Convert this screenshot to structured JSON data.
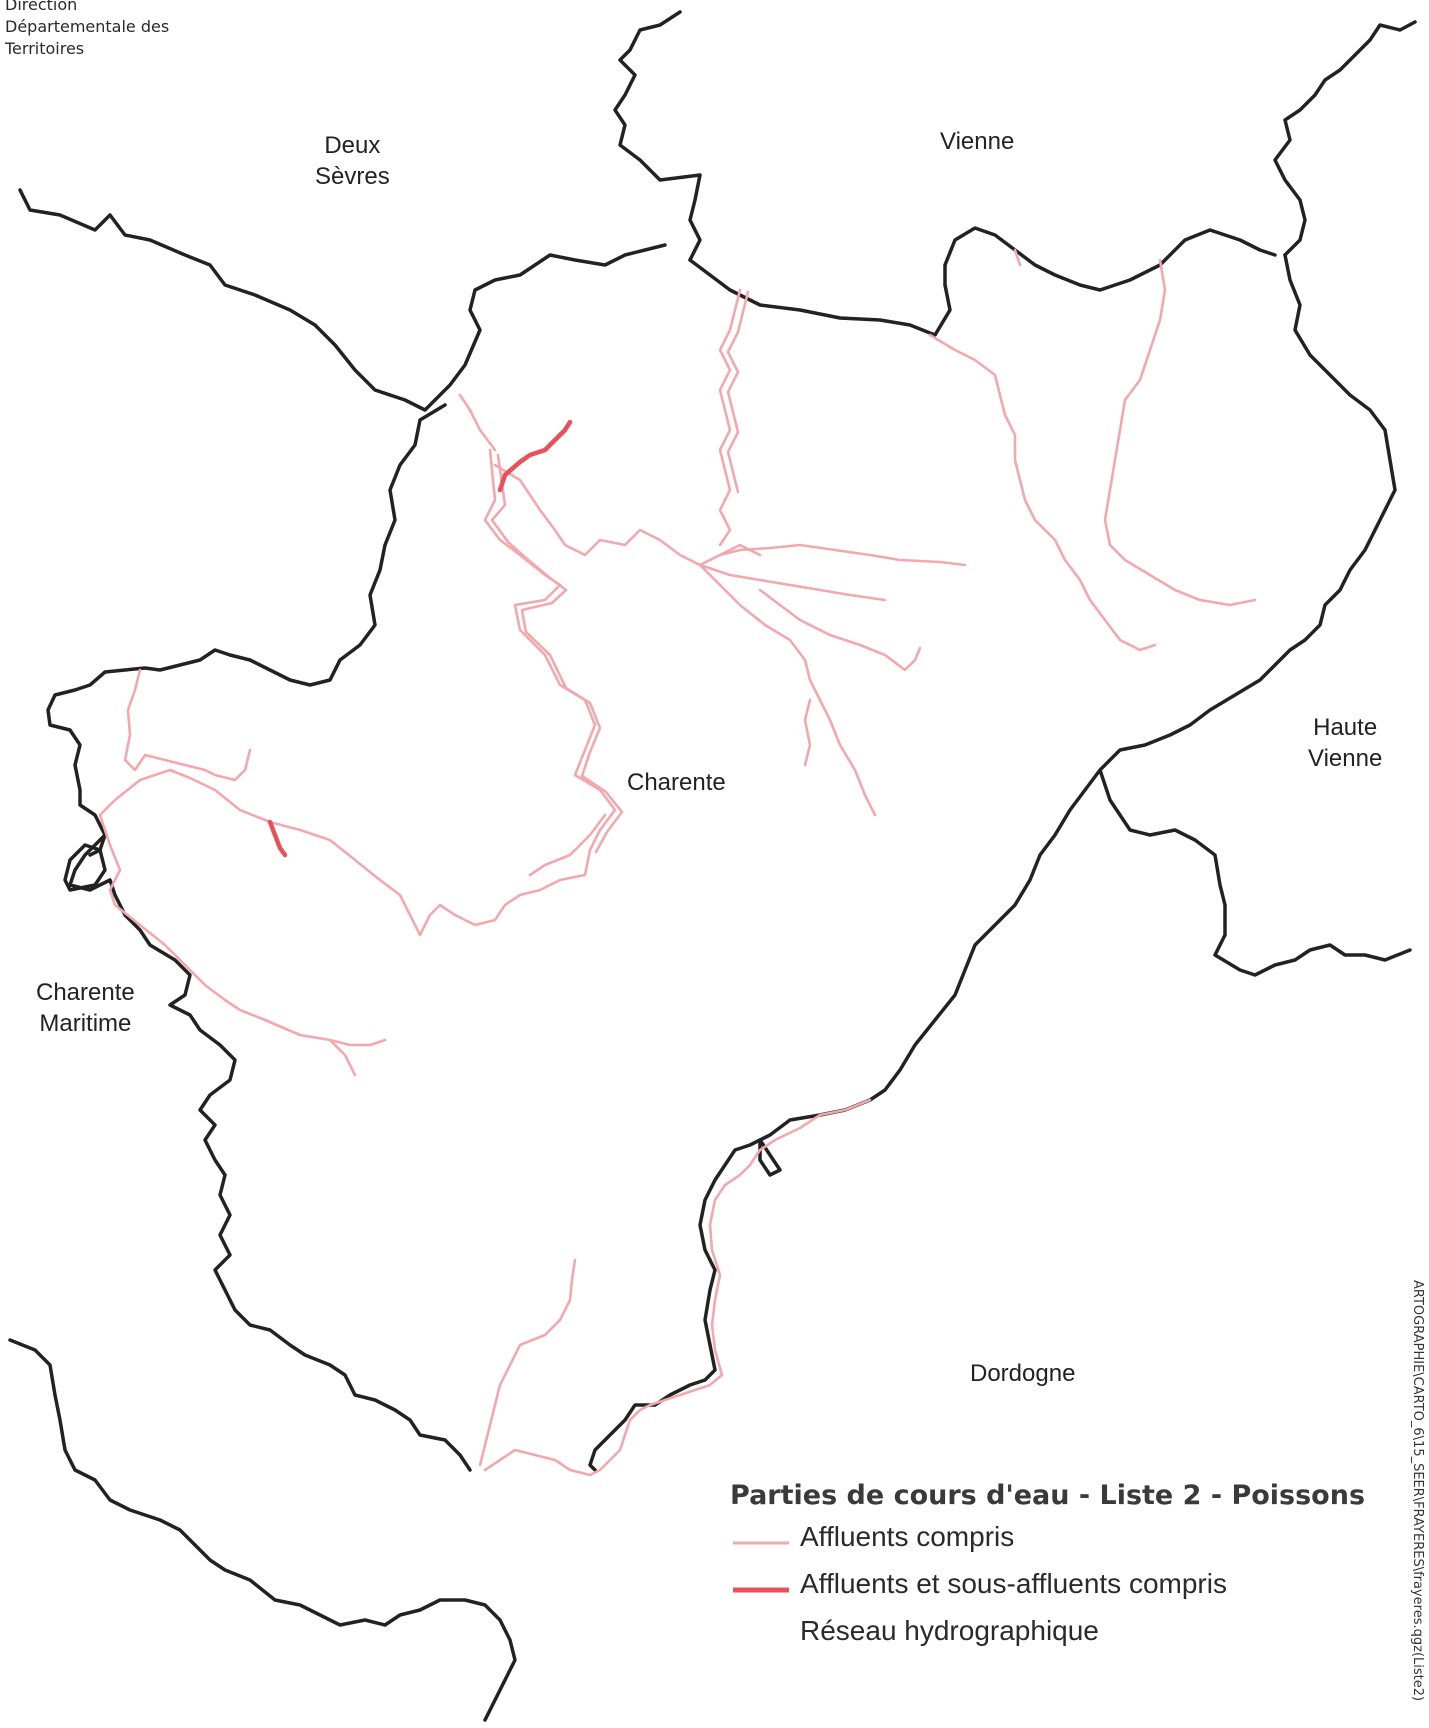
{
  "header": {
    "lines": [
      "Direction",
      "Départementale des",
      "Territoires"
    ]
  },
  "departments": [
    {
      "lines": [
        "Deux",
        "Sèvres"
      ]
    },
    {
      "lines": [
        "Vienne"
      ]
    },
    {
      "lines": [
        "Charente"
      ]
    },
    {
      "lines": [
        "Haute",
        "Vienne"
      ]
    },
    {
      "lines": [
        "Charente",
        "Maritime"
      ]
    },
    {
      "lines": [
        "Dordogne"
      ]
    }
  ],
  "legend": {
    "title": "Parties de cours d'eau - Liste 2 - Poissons",
    "items": [
      {
        "label": "Affluents compris",
        "color": "#f2a8ad"
      },
      {
        "label": "Affluents et sous-affluents compris",
        "color": "#e8505a"
      },
      {
        "label": "Réseau hydrographique",
        "color": ""
      }
    ]
  },
  "side_text": "ARTOGRAPHIE\\CARTO_6\\15_SEER\\FRAYERES\\frayeres.qgz(Liste2)",
  "colors": {
    "border": "#222222",
    "river_light": "#f2a8ad",
    "river_dark": "#e8505a"
  }
}
